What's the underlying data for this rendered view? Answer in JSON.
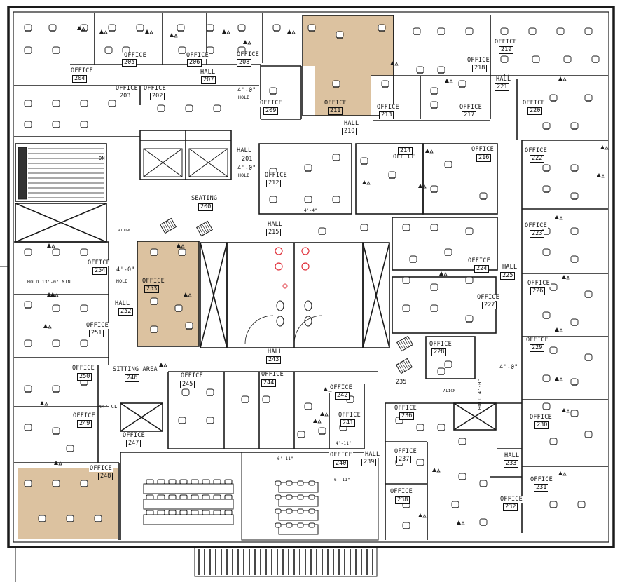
{
  "colors": {
    "highlight": "#dcc2a0",
    "line": "#1a1a1a",
    "background": "#ffffff",
    "fixture_red": "#e0303a"
  },
  "rooms": {
    "office_204": "OFFICE",
    "num_204": "204",
    "office_205": "OFFICE",
    "num_205": "205",
    "office_206": "OFFICE",
    "num_206": "206",
    "office_208": "OFFICE",
    "num_208": "208",
    "office_203": "OFFICE",
    "num_203": "203",
    "office_202": "OFFICE",
    "num_202": "202",
    "office_209": "OFFICE",
    "num_209": "209",
    "office_211": "OFFICE",
    "num_211": "211",
    "office_213": "OFFICE",
    "num_213": "213",
    "office_217": "OFFICE",
    "num_217": "217",
    "office_218": "OFFICE",
    "num_218": "218",
    "office_219": "OFFICE",
    "num_219": "219",
    "office_220": "OFFICE",
    "num_220": "220",
    "office_222": "OFFICE",
    "num_222": "222",
    "office_212": "OFFICE",
    "num_212": "212",
    "office_214": "OFFICE",
    "num_214": "214",
    "office_216": "OFFICE",
    "num_216": "216",
    "office_223": "OFFICE",
    "num_223": "223",
    "office_224": "OFFICE",
    "num_224": "224",
    "office_226": "OFFICE",
    "num_226": "226",
    "office_227": "OFFICE",
    "num_227": "227",
    "office_228": "OFFICE",
    "num_228": "228",
    "office_229": "OFFICE",
    "num_229": "229",
    "office_254": "OFFICE",
    "num_254": "254",
    "office_253": "OFFICE",
    "num_253": "253",
    "office_251": "OFFICE",
    "num_251": "251",
    "office_250": "OFFICE",
    "num_250": "250",
    "office_249": "OFFICE",
    "num_249": "249",
    "office_247": "OFFICE",
    "num_247": "247",
    "office_248": "OFFICE",
    "num_248": "248",
    "office_245": "OFFICE",
    "num_245": "245",
    "office_244": "OFFICE",
    "num_244": "244",
    "office_242": "OFFICE",
    "num_242": "242",
    "office_241": "OFFICE",
    "num_241": "241",
    "office_240": "OFFICE",
    "num_240": "240",
    "office_236": "OFFICE",
    "num_236": "236",
    "office_237": "OFFICE",
    "num_237": "237",
    "office_238": "OFFICE",
    "num_238": "238",
    "office_230": "OFFICE",
    "num_230": "230",
    "office_231": "OFFICE",
    "num_231": "231",
    "office_232": "OFFICE",
    "num_232": "232",
    "hall_207": "HALL",
    "num_207": "207",
    "hall_210": "HALL",
    "num_210": "210",
    "hall_221": "HALL",
    "num_221": "221",
    "hall_201": "HALL",
    "num_201": "201",
    "hall_215": "HALL",
    "num_215": "215",
    "hall_225": "HALL",
    "num_225": "225",
    "hall_252": "HALL",
    "num_252": "252",
    "hall_243": "HALL",
    "num_243": "243",
    "hall_239": "HALL",
    "num_239": "239",
    "hall_233": "HALL",
    "num_233": "233",
    "seating": "SEATING",
    "num_200": "200",
    "sitting_area": "SITTING AREA",
    "num_246": "246",
    "num_235": "235"
  },
  "notes": {
    "hold_4ft_a": "4'-0\"",
    "hold_a": "HOLD",
    "hold_4ft_b": "4'-0\"",
    "hold_b": "HOLD",
    "hold_4ft_c": "4'-0\"",
    "hold_c": "HOLD",
    "hold_4ft_d": "4'-0\"",
    "hold_13ft": "HOLD 13'-0\" MIN",
    "hold_vert": "HOLD 4'-0\"",
    "cl": "44\" CL",
    "dn": "DN",
    "aligned": "ALIGN",
    "dim_6_11_a": "6'-11\"",
    "dim_6_11_b": "6'-11\"",
    "dim_4_11": "4'-11\"",
    "dim_4_4": "4'-4\""
  }
}
